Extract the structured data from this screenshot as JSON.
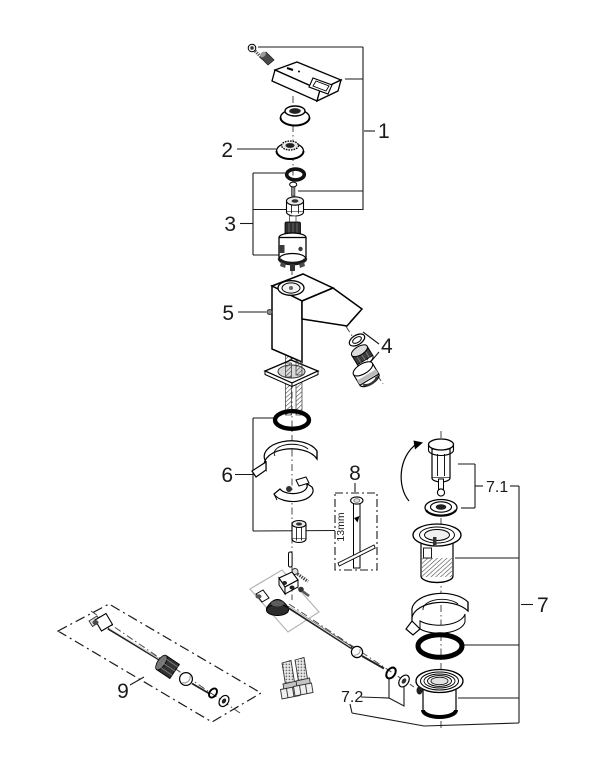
{
  "diagram": {
    "type": "exploded-parts-diagram",
    "subject": "single-lever basin mixer faucet with pop-up waste",
    "background": "#ffffff",
    "line_color": "#1a1a1a",
    "callouts": {
      "c1": {
        "label": "1"
      },
      "c2": {
        "label": "2"
      },
      "c3": {
        "label": "3"
      },
      "c4": {
        "label": "4"
      },
      "c5": {
        "label": "5"
      },
      "c6": {
        "label": "6"
      },
      "c7": {
        "label": "7"
      },
      "c71": {
        "label": "7.1"
      },
      "c72": {
        "label": "7.2"
      },
      "c8": {
        "label": "8"
      },
      "c9": {
        "label": "9"
      }
    },
    "tool_label": "13mm",
    "parts": [
      "handle-screw",
      "handle-lever",
      "handle-escutcheon",
      "trim-ring",
      "o-ring",
      "cartridge-screw",
      "cartridge-nut",
      "ceramic-cartridge",
      "faucet-body",
      "set-screw",
      "aerator-washer",
      "aerator-insert",
      "aerator-housing",
      "base-plate",
      "threaded-studs",
      "mounting-o-ring",
      "mounting-wedge-upper",
      "mounting-wedge-lower",
      "mounting-nut",
      "service-tool-13mm",
      "hex-key",
      "pivot-pin",
      "drain-lever-parts",
      "pop-up-rod",
      "rod-o-ring",
      "rod-washer",
      "connection-hoses",
      "drain-plug",
      "plug-seal",
      "drain-body-upper",
      "drain-clamp",
      "drain-o-ring",
      "drain-body-lower",
      "lift-rod-kit"
    ]
  }
}
